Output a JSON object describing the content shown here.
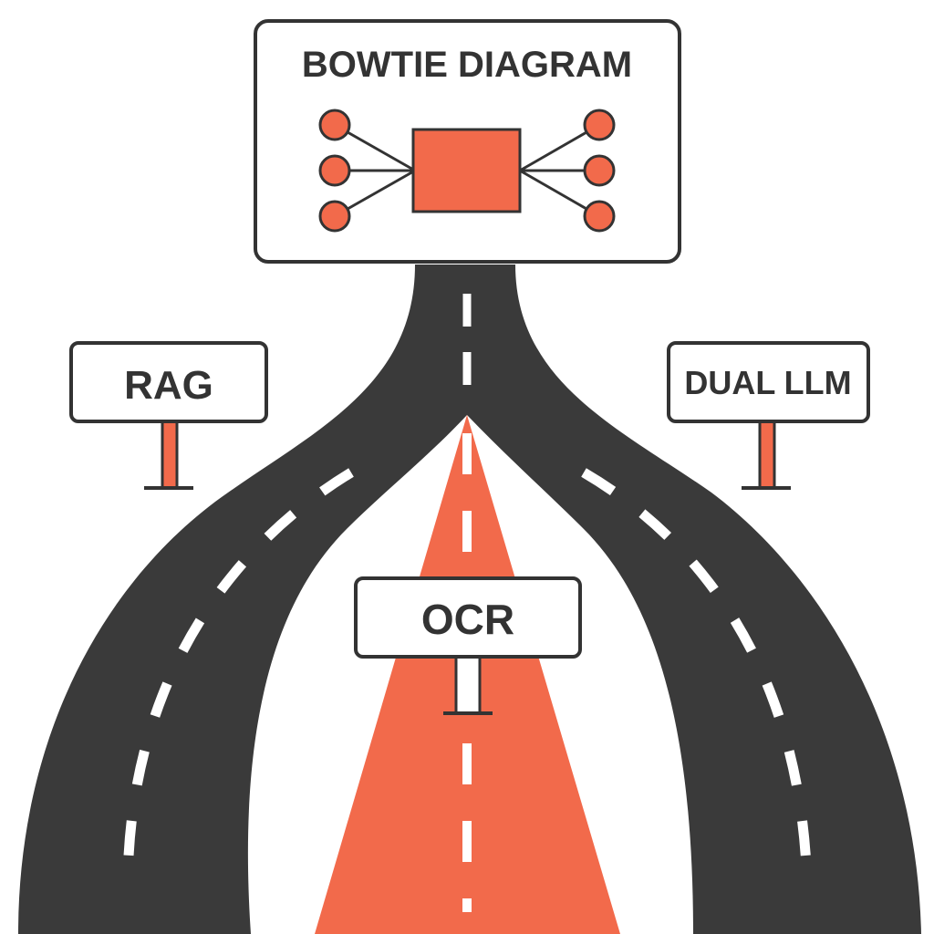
{
  "title": "BOWTIE DIAGRAM",
  "signs": {
    "left": "RAG",
    "right": "DUAL LLM",
    "center": "OCR"
  },
  "colors": {
    "road": "#3a3a3a",
    "accent": "#f26a4b",
    "outline": "#333333",
    "background": "#ffffff"
  }
}
